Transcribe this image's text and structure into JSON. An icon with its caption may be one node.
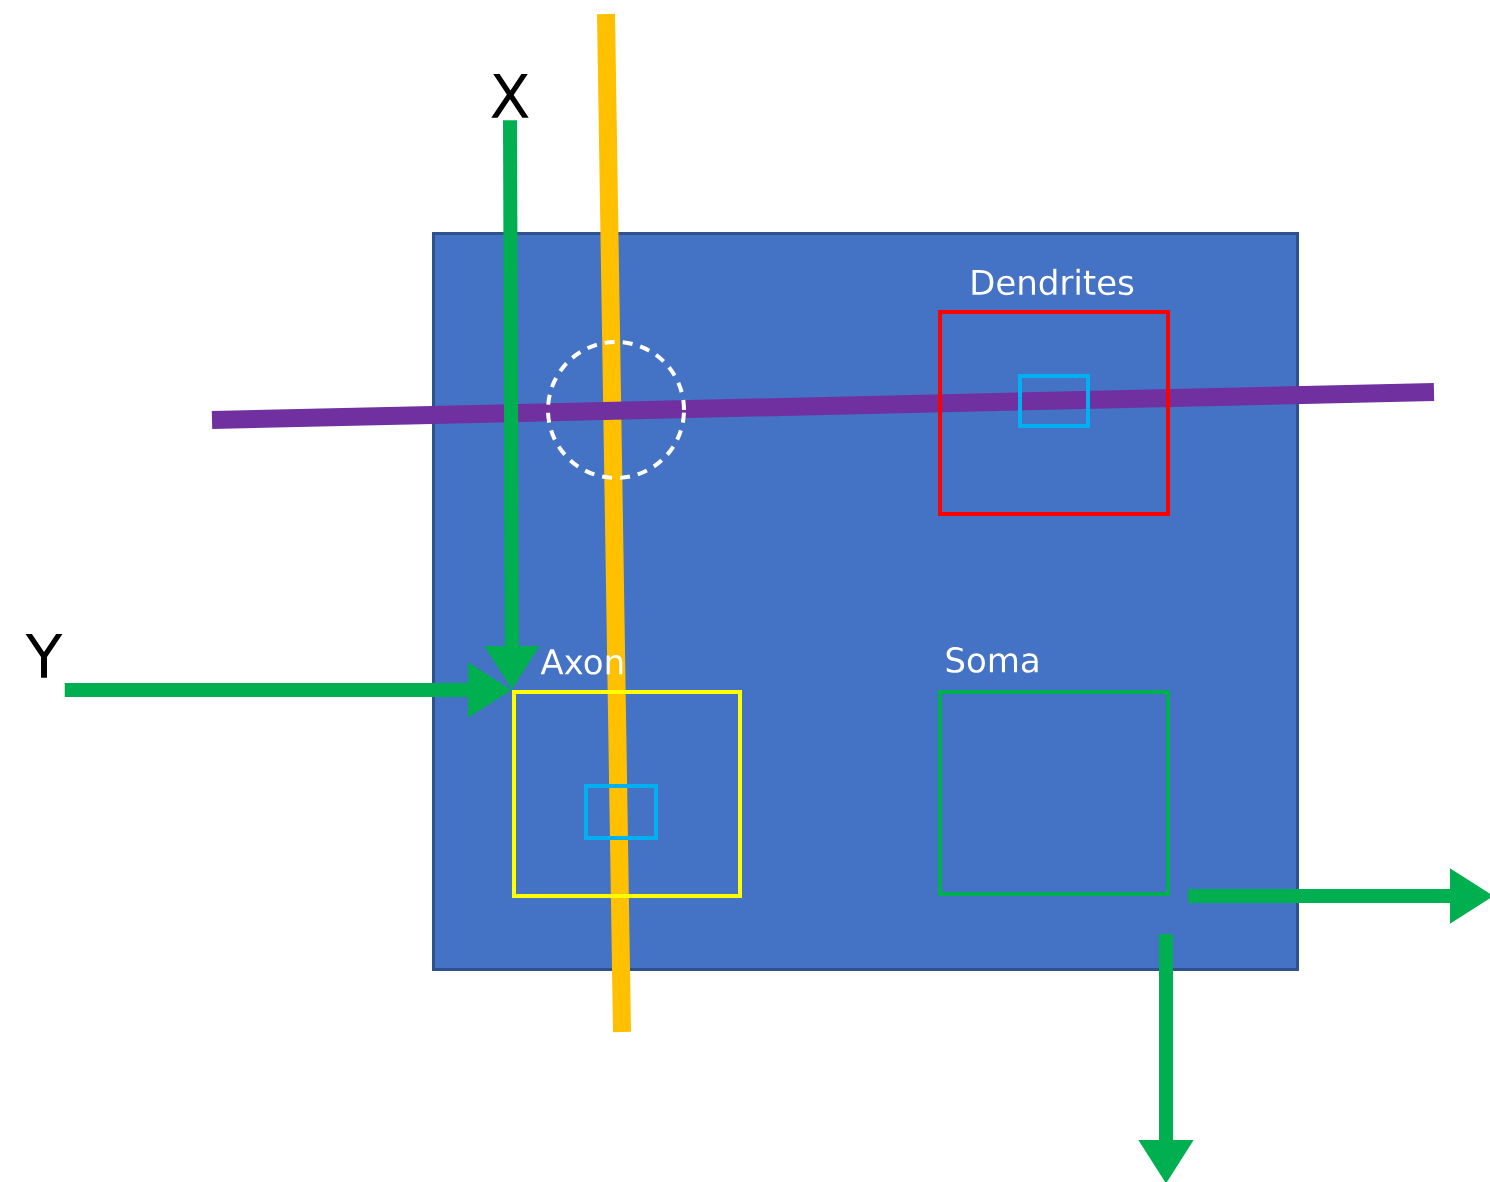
{
  "diagram": {
    "nodes": [
      {
        "text": [],
        "shape": "box"
      },
      {
        "text": [
          "Dendrites"
        ],
        "in": 0
      },
      {
        "text": [
          "Axon"
        ],
        "in": 0
      },
      {
        "text": [
          "Soma"
        ],
        "in": 0
      },
      {
        "text": [],
        "shape": "box",
        "in": 1
      },
      {
        "text": [],
        "shape": "box",
        "in": 2
      },
      {
        "text": [],
        "shape": "circle",
        "in": 0
      },
      {
        "text": [
          "X"
        ]
      },
      {
        "text": [
          "Y"
        ]
      }
    ],
    "edges": [
      {
        "from": 7,
        "to": 2,
        "arrow": "to"
      },
      {
        "from": 8,
        "to": 2,
        "arrow": "to"
      },
      {
        "from": 3,
        "to": null,
        "arrow": "to"
      },
      {
        "from": 3,
        "to": null,
        "arrow": "to"
      }
    ]
  }
}
